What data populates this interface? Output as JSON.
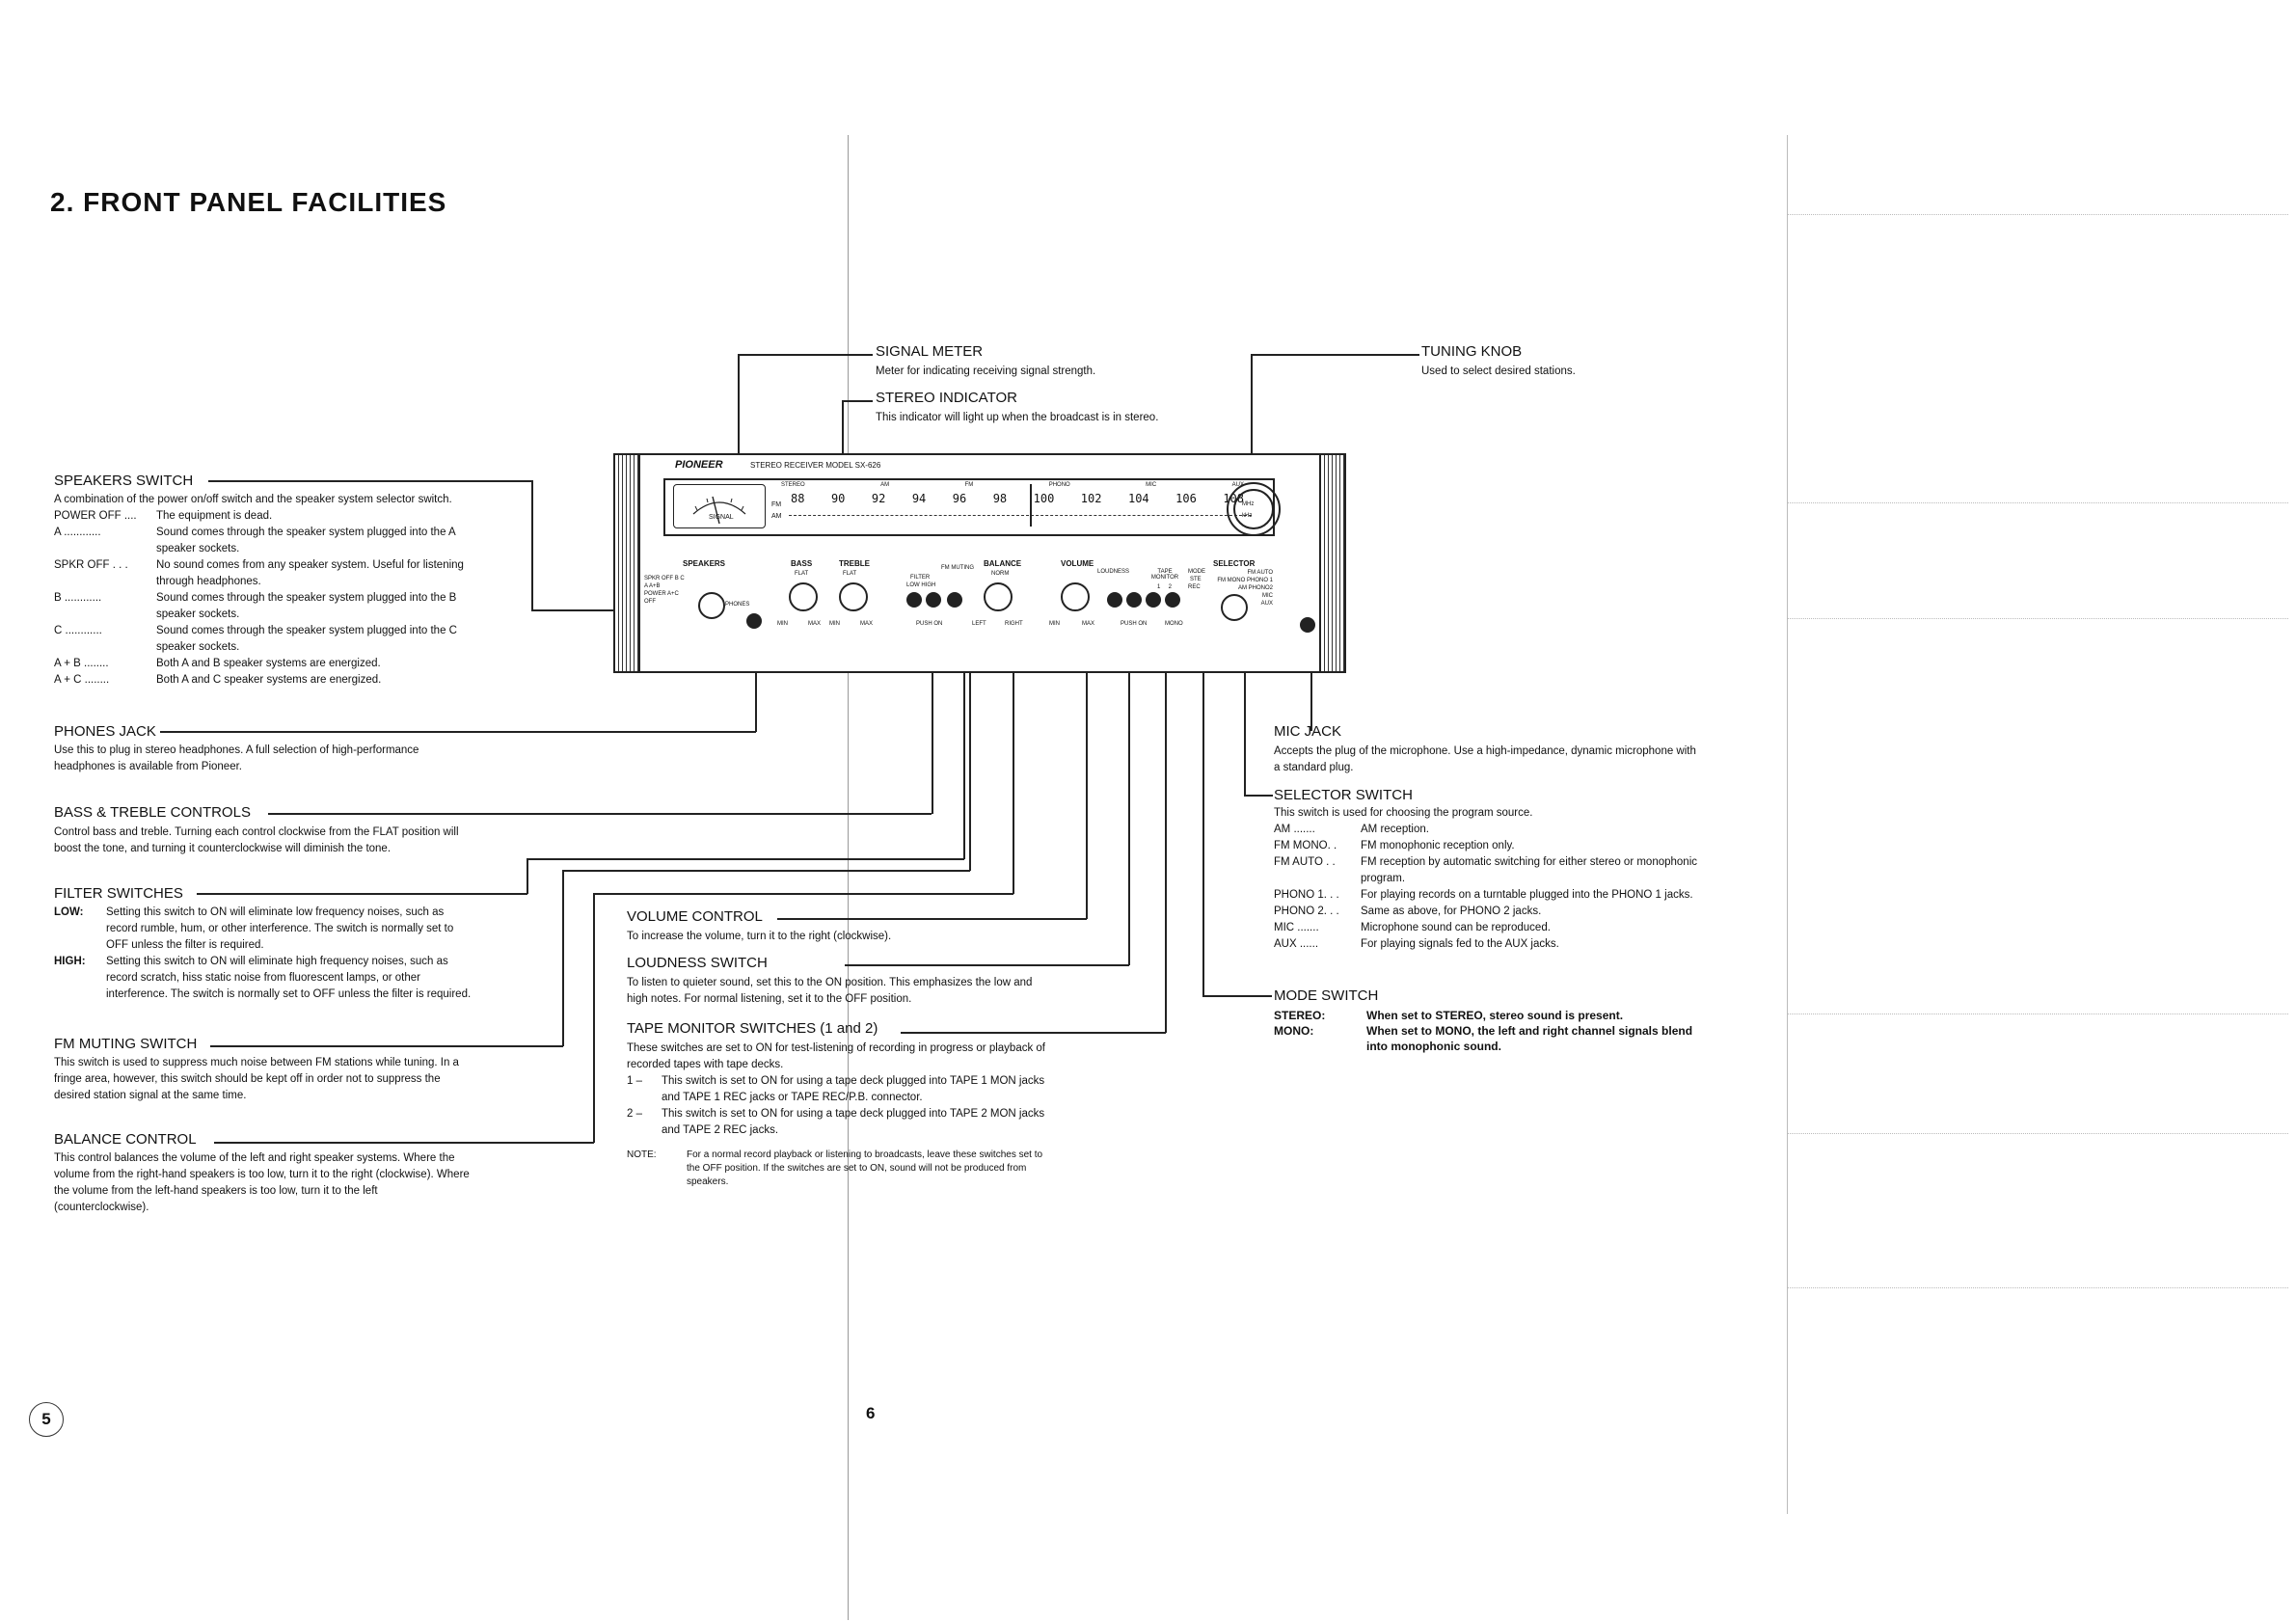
{
  "title": "2. FRONT PANEL FACILITIES",
  "speakers": {
    "heading": "SPEAKERS SWITCH",
    "desc": "A combination of the power on/off switch and the speaker system selector switch.",
    "items": [
      {
        "key": "POWER OFF ....",
        "val": "The equipment is dead."
      },
      {
        "key": "A ............",
        "val": "Sound comes through the speaker system plugged into the A speaker sockets."
      },
      {
        "key": "SPKR OFF . . .",
        "val": "No sound comes from any speaker system. Useful for listening through headphones."
      },
      {
        "key": "B ............",
        "val": "Sound comes through the speaker system plugged into the B speaker sockets."
      },
      {
        "key": "C ............",
        "val": "Sound comes through the speaker system plugged into the C speaker sockets."
      },
      {
        "key": "A + B ........",
        "val": "Both A and B speaker systems are energized."
      },
      {
        "key": "A + C ........",
        "val": "Both A and C speaker systems are energized."
      }
    ]
  },
  "phones": {
    "heading": "PHONES JACK",
    "text": "Use this to plug in stereo headphones. A full selection of high-performance headphones is available from Pioneer."
  },
  "bass_treble": {
    "heading": "BASS & TREBLE CONTROLS",
    "text": "Control bass and treble. Turning each control clockwise from the FLAT position will boost the tone, and turning it counterclockwise will diminish the tone."
  },
  "filter": {
    "heading": "FILTER SWITCHES",
    "items": [
      {
        "key": "LOW:",
        "val": "Setting this switch to ON will eliminate low frequency noises, such as record rumble, hum, or other interference. The switch is normally set to OFF unless the filter is required."
      },
      {
        "key": "HIGH:",
        "val": "Setting this switch to ON will eliminate high frequency noises, such as record scratch, hiss static noise from fluorescent lamps, or other interference. The switch is normally set to OFF unless the filter is required."
      }
    ]
  },
  "muting": {
    "heading": "FM MUTING SWITCH",
    "text": "This switch is used to suppress much noise between FM stations while tuning. In a fringe area, however, this switch should be kept off in order not to suppress the desired station signal at the same time."
  },
  "balance": {
    "heading": "BALANCE CONTROL",
    "text": "This control balances the volume of the left and right speaker systems. Where the volume from the right-hand speakers is too low, turn it to the right (clockwise). Where the volume from the left-hand speakers is too low, turn it to the left (counterclockwise)."
  },
  "signal_meter": {
    "heading": "SIGNAL METER",
    "text": "Meter for indicating receiving signal strength."
  },
  "stereo_indicator": {
    "heading": "STEREO INDICATOR",
    "text": "This indicator will light up when the broadcast is in stereo."
  },
  "tuning": {
    "heading": "TUNING KNOB",
    "text": "Used to select desired stations."
  },
  "volume": {
    "heading": "VOLUME CONTROL",
    "text": "To increase the volume, turn it to the right (clockwise)."
  },
  "loudness": {
    "heading": "LOUDNESS SWITCH",
    "text": "To listen to quieter sound, set this to the ON position. This emphasizes the low and high notes. For normal listening, set it to the OFF position."
  },
  "tape": {
    "heading": "TAPE MONITOR SWITCHES (1 and 2)",
    "text": "These switches are set to ON for test-listening of recording in progress or playback of recorded tapes with tape decks.",
    "items": [
      {
        "key": "1 –",
        "val": "This switch is set to ON for using a tape deck plugged into TAPE 1 MON jacks and TAPE 1 REC jacks or TAPE REC/P.B. connector."
      },
      {
        "key": "2 –",
        "val": "This switch is set to ON for using a tape deck plugged into TAPE 2 MON jacks and TAPE 2 REC jacks."
      }
    ],
    "note_key": "NOTE:",
    "note": "For a normal record playback or listening to broadcasts, leave these switches set to the OFF position. If the switches are set to ON, sound will not be produced from speakers."
  },
  "mic": {
    "heading": "MIC JACK",
    "text": "Accepts the plug of the microphone. Use a high-impedance, dynamic microphone with a standard plug."
  },
  "selector": {
    "heading": "SELECTOR SWITCH",
    "desc": "This switch is used for choosing the program source.",
    "items": [
      {
        "key": "AM .......",
        "val": "AM reception."
      },
      {
        "key": "FM MONO. .",
        "val": "FM monophonic reception only."
      },
      {
        "key": "FM AUTO . .",
        "val": "FM reception by automatic switching for either stereo or monophonic program."
      },
      {
        "key": "PHONO 1. . .",
        "val": "For playing records on a turntable plugged into the PHONO 1 jacks."
      },
      {
        "key": "PHONO 2. . .",
        "val": "Same as above, for PHONO 2 jacks."
      },
      {
        "key": "MIC .......",
        "val": "Microphone sound can be reproduced."
      },
      {
        "key": "AUX ......",
        "val": "For playing signals fed to the AUX jacks."
      }
    ]
  },
  "mode": {
    "heading": "MODE SWITCH",
    "items": [
      {
        "key": "STEREO:",
        "val": "When set to STEREO, stereo sound is present."
      },
      {
        "key": "MONO:",
        "val": "When set to MONO, the left and right channel signals blend into monophonic sound."
      }
    ]
  },
  "panel": {
    "brand": "PIONEER",
    "model": "STEREO RECEIVER  MODEL SX-626",
    "meter_label": "SIGNAL",
    "dial_top": [
      "STEREO",
      "AM",
      "FM",
      "PHONO",
      "MIC",
      "AUX"
    ],
    "fm_scale": [
      "88",
      "90",
      "92",
      "94",
      "96",
      "98",
      "100",
      "102",
      "104",
      "106",
      "108"
    ],
    "fm": "FM",
    "am": "AM",
    "mhz": "MHz",
    "khz": "kHz",
    "speakers": "SPEAKERS",
    "spkr_positions": [
      "SPKR",
      "OFF",
      "B",
      "C",
      "A",
      "A+B",
      "A+C",
      "POWER",
      "OFF",
      "PHONES"
    ],
    "bass": "BASS",
    "treble": "TREBLE",
    "flat": "FLAT",
    "min": "MIN",
    "max": "MAX",
    "filter": "FILTER",
    "low_high": "LOW  HIGH",
    "fm_muting": "FM MUTING",
    "push_on": "PUSH ON",
    "balance": "BALANCE",
    "norm": "NORM",
    "left": "LEFT",
    "right": "RIGHT",
    "volume": "VOLUME",
    "loudness": "LOUDNESS",
    "tape_monitor": "TAPE MONITOR",
    "tape_nums": "1     2",
    "mode": "MODE",
    "ste": "STE",
    "mono": "MONO",
    "rec": "REC",
    "selector": "SELECTOR",
    "sel_positions": [
      "FM AUTO",
      "FM MONO",
      "PHONO 1",
      "PHONO2",
      "AM",
      "MIC",
      "AUX"
    ]
  },
  "page_left": "5",
  "page_right": "6"
}
